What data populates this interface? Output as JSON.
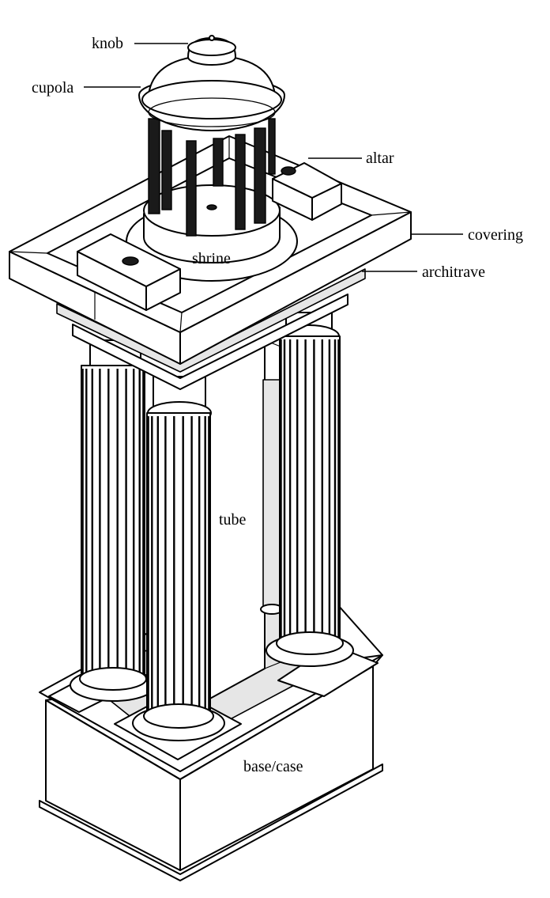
{
  "labels": {
    "knob": "knob",
    "cupola": "cupola",
    "altar": "altar",
    "covering": "covering",
    "architrave": "architrave",
    "shrine": "shrine",
    "tube": "tube",
    "base_case": "base/case"
  }
}
